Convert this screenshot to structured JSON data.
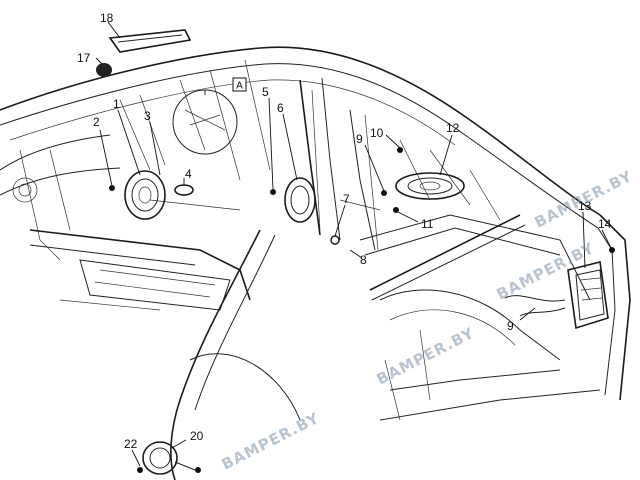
{
  "diagram": {
    "detail_marker": "A",
    "labels": {
      "p1": "1",
      "p2": "2",
      "p3": "3",
      "p4": "4",
      "p5": "5",
      "p6": "6",
      "p7": "7",
      "p8": "8",
      "p9a": "9",
      "p9b": "9",
      "p10": "10",
      "p11": "11",
      "p12": "12",
      "p13": "13",
      "p14": "14",
      "p17": "17",
      "p18": "18",
      "p20": "20",
      "p22": "22"
    }
  },
  "watermark": {
    "text_1": "BAMPER.BY",
    "text_2": "BAMPER.BY",
    "text_3": "BAMPER.BY",
    "text_4": "BAMPER.BY"
  }
}
